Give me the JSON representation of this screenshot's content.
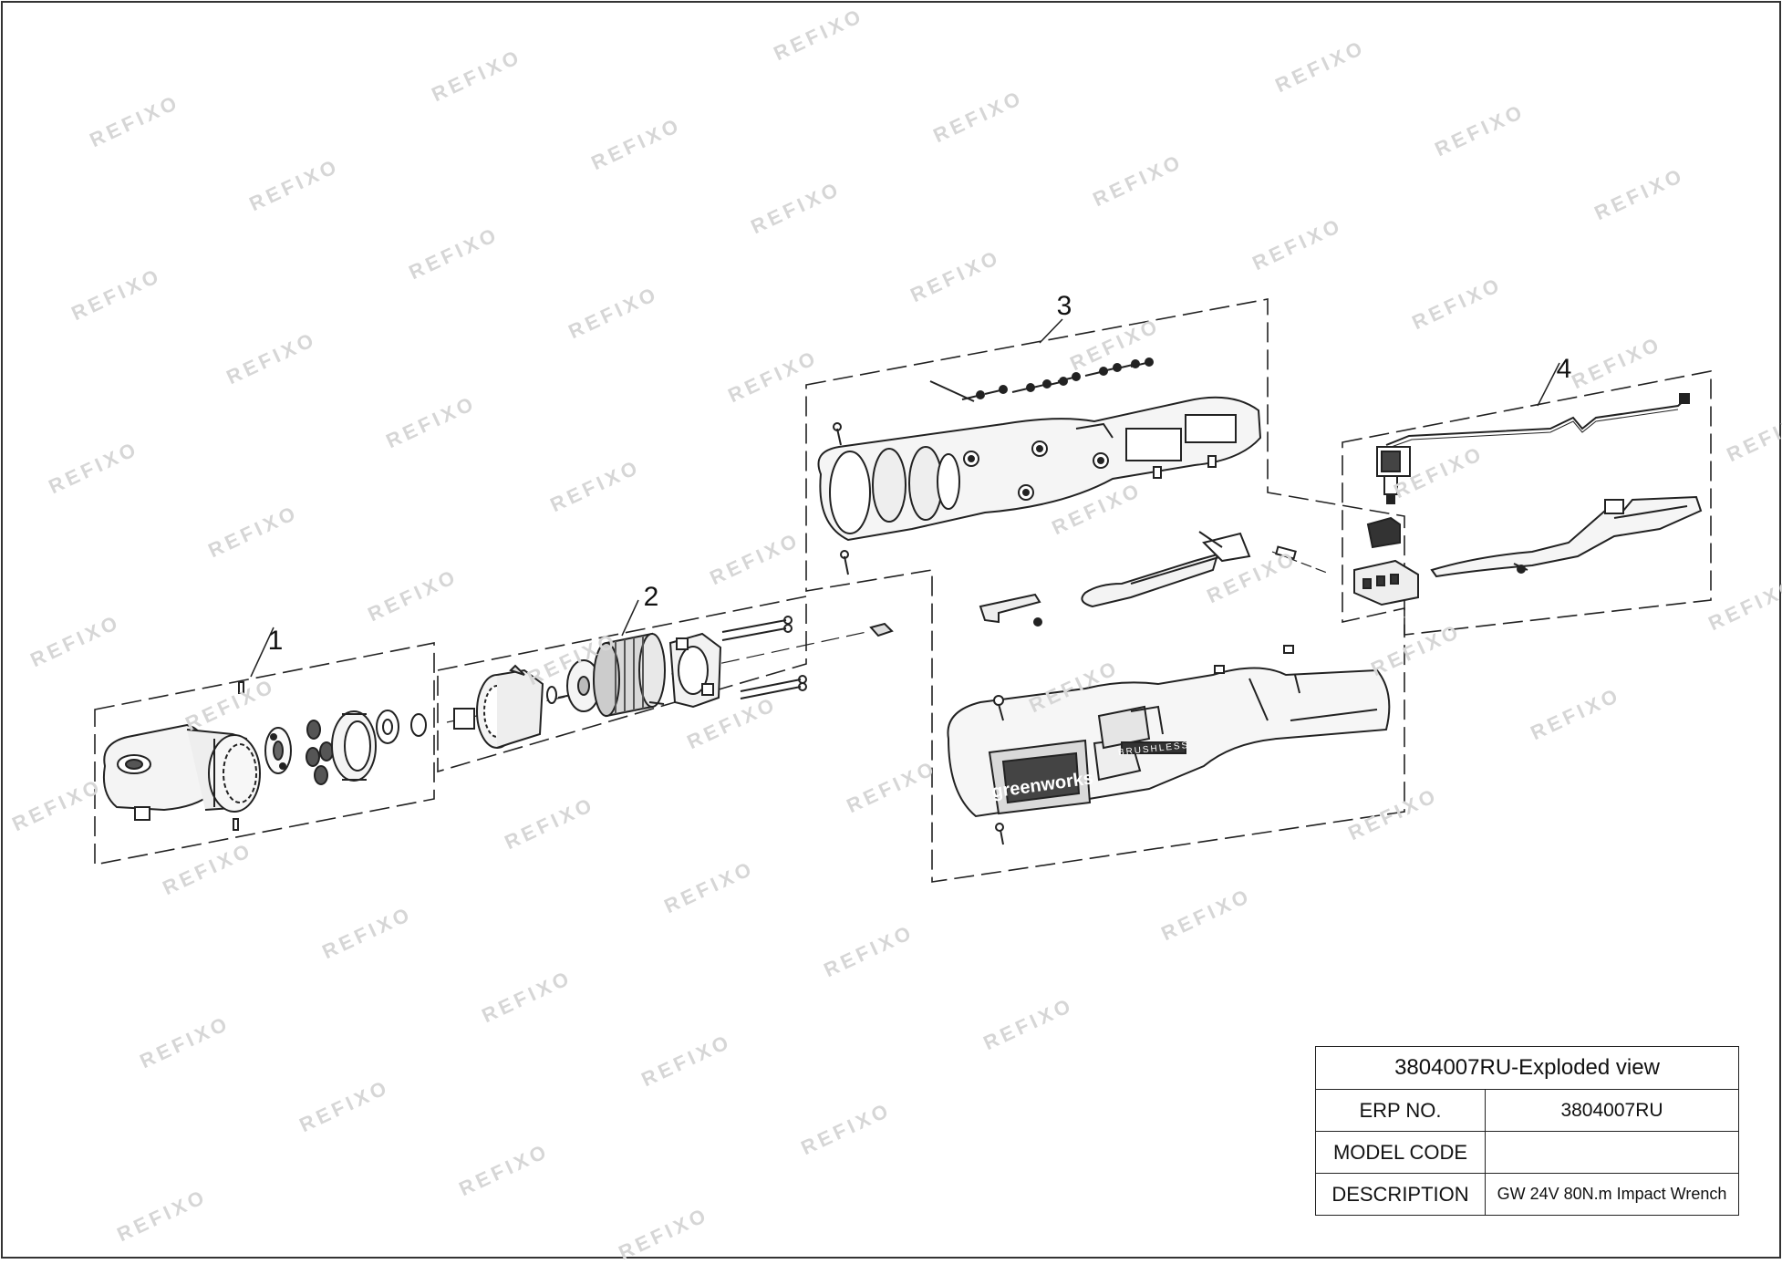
{
  "callouts": [
    "1",
    "2",
    "3",
    "4"
  ],
  "title_block": {
    "title": "3804007RU-Exploded view",
    "rows": [
      {
        "label": "ERP NO.",
        "value": "3804007RU"
      },
      {
        "label": "MODEL CODE",
        "value": ""
      },
      {
        "label": "DESCRIPTION",
        "value": "GW 24V 80N.m Impact Wrench"
      }
    ]
  },
  "housing_text": {
    "brand": "greenworks",
    "motor": "BRUSHLESS"
  },
  "watermark": "REFIXO"
}
